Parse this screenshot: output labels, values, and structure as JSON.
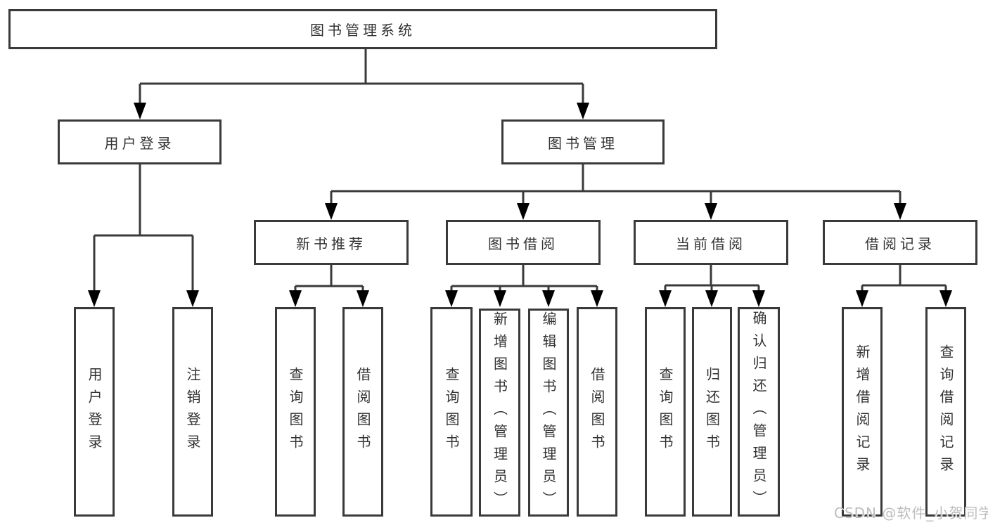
{
  "diagram_type": "hierarchy-tree",
  "tree": {
    "root": {
      "label": "图书管理系统"
    },
    "branches": [
      {
        "label": "用户登录",
        "children": [
          {
            "label": "用户登录"
          },
          {
            "label": "注销登录"
          }
        ]
      },
      {
        "label": "图书管理",
        "children": [
          {
            "label": "新书推荐",
            "children": [
              {
                "label": "查询图书"
              },
              {
                "label": "借阅图书"
              }
            ]
          },
          {
            "label": "图书借阅",
            "children": [
              {
                "label": "查询图书"
              },
              {
                "label": "新增图书（管理员）"
              },
              {
                "label": "编辑图书（管理员）"
              },
              {
                "label": "借阅图书"
              }
            ]
          },
          {
            "label": "当前借阅",
            "children": [
              {
                "label": "查询图书"
              },
              {
                "label": "归还图书"
              },
              {
                "label": "确认归还（管理员）"
              }
            ]
          },
          {
            "label": "借阅记录",
            "children": [
              {
                "label": "新增借阅记录"
              },
              {
                "label": "查询借阅记录"
              }
            ]
          }
        ]
      }
    ]
  },
  "watermark": "CSDN @软件_小贺同学",
  "colors": {
    "line": "#3a3a3a",
    "box_fill": "#ffffff",
    "text": "#333333",
    "watermark": "#bdbdbd",
    "background": "#ffffff"
  }
}
